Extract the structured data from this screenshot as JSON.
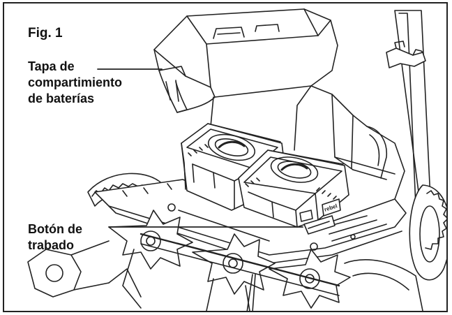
{
  "figure": {
    "label": "Fig. 1"
  },
  "callouts": {
    "battery_lid": {
      "lines": [
        "Tapa de",
        "compartimiento",
        "de baterías"
      ]
    },
    "lock_button": {
      "lines": [
        "Botón de",
        "trabado"
      ]
    }
  },
  "device": {
    "battery_brand_mark": "rebel"
  },
  "colors": {
    "line": "#222222",
    "background": "#ffffff"
  }
}
